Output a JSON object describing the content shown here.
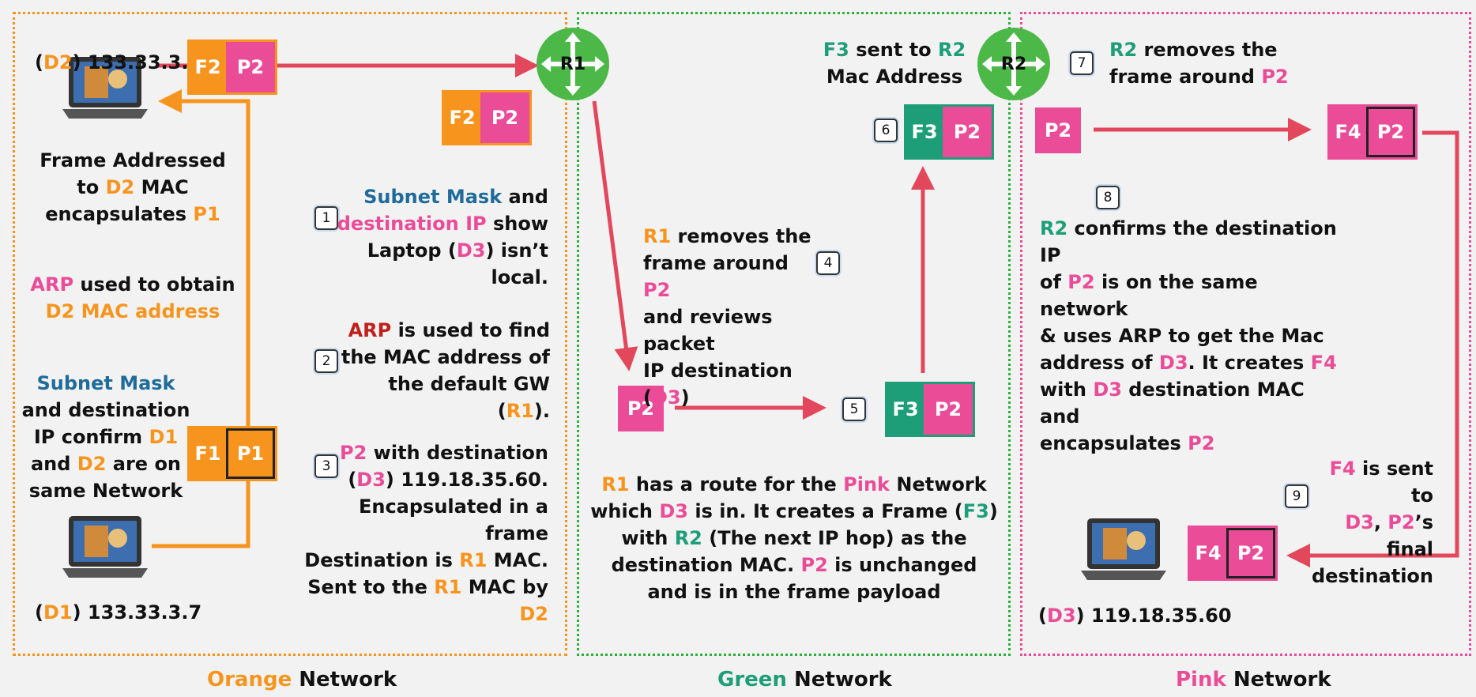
{
  "networks": {
    "orange": {
      "word": "Orange",
      "suffix": " Network"
    },
    "green": {
      "word": "Green",
      "suffix": " Network"
    },
    "pink": {
      "word": "Pink",
      "suffix": " Network"
    }
  },
  "colors": {
    "orange": "#f7941d",
    "green": "#2bb03a",
    "teal": "#1e9e78",
    "pink": "#ea4c98",
    "blue": "#1f6b9a",
    "arrow": "#e2475c"
  },
  "icons": [
    "laptop-icon",
    "router-icon"
  ],
  "devices": {
    "d2": {
      "id": "D2",
      "ip": " 133.33.3.8"
    },
    "d1": {
      "id": "D1",
      "ip": " 133.33.3.7"
    },
    "d3": {
      "id": "D3",
      "ip": " 119.18.35.60"
    },
    "r1": "R1",
    "r2": "R2"
  },
  "frames": {
    "f2_top": {
      "header": "F2",
      "payload": "P2"
    },
    "f2_mid": {
      "header": "F2",
      "payload": "P2"
    },
    "f1": {
      "header": "F1",
      "payload": "P1"
    },
    "f3_mid": {
      "header": "F3",
      "payload": "P2"
    },
    "f3_top": {
      "header": "F3",
      "payload": "P2"
    },
    "f4_top": {
      "header": "F4",
      "payload": "P2"
    },
    "f4_bottom": {
      "header": "F4",
      "payload": "P2"
    }
  },
  "packets": {
    "green": "P2",
    "pink": "P2"
  },
  "steps": [
    "1",
    "2",
    "3",
    "4",
    "5",
    "6",
    "7",
    "8",
    "9"
  ],
  "notes": {
    "frame_addressed": {
      "l1": "Frame Addressed",
      "l2a": "to ",
      "l2b": "D2",
      "l2c": " MAC",
      "l3a": "encapsulates ",
      "l3b": "P1"
    },
    "arp_d2": {
      "l1a": "ARP",
      "l1b": " used to obtain",
      "l2": "D2 MAC address"
    },
    "subnet_local": {
      "l1": "Subnet Mask",
      "l2": "and destination",
      "l3a": "IP confirm ",
      "l3b": "D1",
      "l4a": "and ",
      "l4b": "D2",
      "l4c": " are on",
      "l5": "same Network"
    },
    "step1": {
      "l1a": "Subnet Mask",
      "l1b": " and",
      "l2a": "destination IP",
      "l2b": " show",
      "l3a": "Laptop (",
      "l3b": "D3",
      "l3c": ") isn’t local."
    },
    "step2": {
      "l1a": "ARP",
      "l1b": " is used to find",
      "l2": "the MAC address of",
      "l3a": "the default GW (",
      "l3b": "R1",
      "l3c": ")."
    },
    "step3": {
      "l1a": "P2",
      "l1b": " with destination",
      "l2a": "(",
      "l2b": "D3",
      "l2c": ") 119.18.35.60.",
      "l3": "Encapsulated in a frame",
      "l4a": "Destination is ",
      "l4b": "R1",
      "l4c": " MAC.",
      "l5a": "Sent to the ",
      "l5b": "R1",
      "l5c": " MAC by ",
      "l5d": "D2"
    },
    "step4": {
      "l1a": "R1",
      "l1b": " removes the",
      "l2a": "frame around ",
      "l2b": "P2",
      "l3": "and reviews packet",
      "l4a": "IP destination (",
      "l4b": "D3",
      "l4c": ")"
    },
    "step6": {
      "l1a": "F3",
      "l1b": " sent to ",
      "l1c": "R2",
      "l2": "Mac Address"
    },
    "r1_route": {
      "l1a": "R1",
      "l1b": " has a route for the ",
      "l1c": "Pink",
      "l1d": " Network",
      "l2a": "which ",
      "l2b": "D3",
      "l2c": " is in. It creates a Frame (",
      "l2d": "F3",
      "l2e": ")",
      "l3a": "with ",
      "l3b": "R2",
      "l3c": " (The next IP hop) as the",
      "l4a": "destination MAC. ",
      "l4b": "P2",
      "l4c": " is unchanged",
      "l5": "and is in the frame payload"
    },
    "step7": {
      "l1a": "R2",
      "l1b": " removes the",
      "l2a": "frame around ",
      "l2b": "P2"
    },
    "step8": {
      "l1a": "R2",
      "l1b": " confirms the destination IP",
      "l2a": "of ",
      "l2b": "P2",
      "l2c": " is on the same network",
      "l3": "& uses ARP to get the Mac",
      "l4a": "address of ",
      "l4b": "D3",
      "l4c": ". It creates ",
      "l4d": "F4",
      "l5a": "with ",
      "l5b": "D3",
      "l5c": " destination MAC and",
      "l6a": "encapsulates ",
      "l6b": "P2"
    },
    "step9": {
      "l1a": "F4",
      "l1b": " is sent to",
      "l2a": "D3",
      "l2b": ", ",
      "l2c": "P2",
      "l2d": "’s final",
      "l3": "destination"
    }
  }
}
